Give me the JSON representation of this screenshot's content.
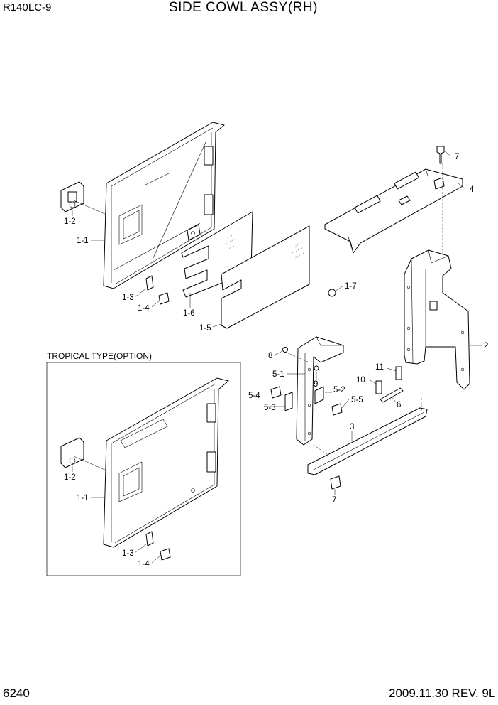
{
  "header": {
    "model": "R140LC-9",
    "title": "SIDE COWL ASSY(RH)"
  },
  "footer": {
    "page_number": "6240",
    "revision": "2009.11.30 REV. 9L"
  },
  "option_box": {
    "label": "TROPICAL TYPE(OPTION)"
  },
  "callouts": {
    "c_1_2_a": "1-2",
    "c_1_1_a": "1-1",
    "c_1_3_a": "1-3",
    "c_1_4_a": "1-4",
    "c_1_6": "1-6",
    "c_1_5": "1-5",
    "c_1_7": "1-7",
    "c_7_top": "7",
    "c_4": "4",
    "c_2": "2",
    "c_8": "8",
    "c_5_1": "5-1",
    "c_9": "9",
    "c_5_4": "5-4",
    "c_5_2": "5-2",
    "c_5_3": "5-3",
    "c_5_5": "5-5",
    "c_10": "10",
    "c_11": "11",
    "c_6": "6",
    "c_3": "3",
    "c_7_bot": "7",
    "c_1_2_b": "1-2",
    "c_1_1_b": "1-1",
    "c_1_3_b": "1-3",
    "c_1_4_b": "1-4"
  }
}
